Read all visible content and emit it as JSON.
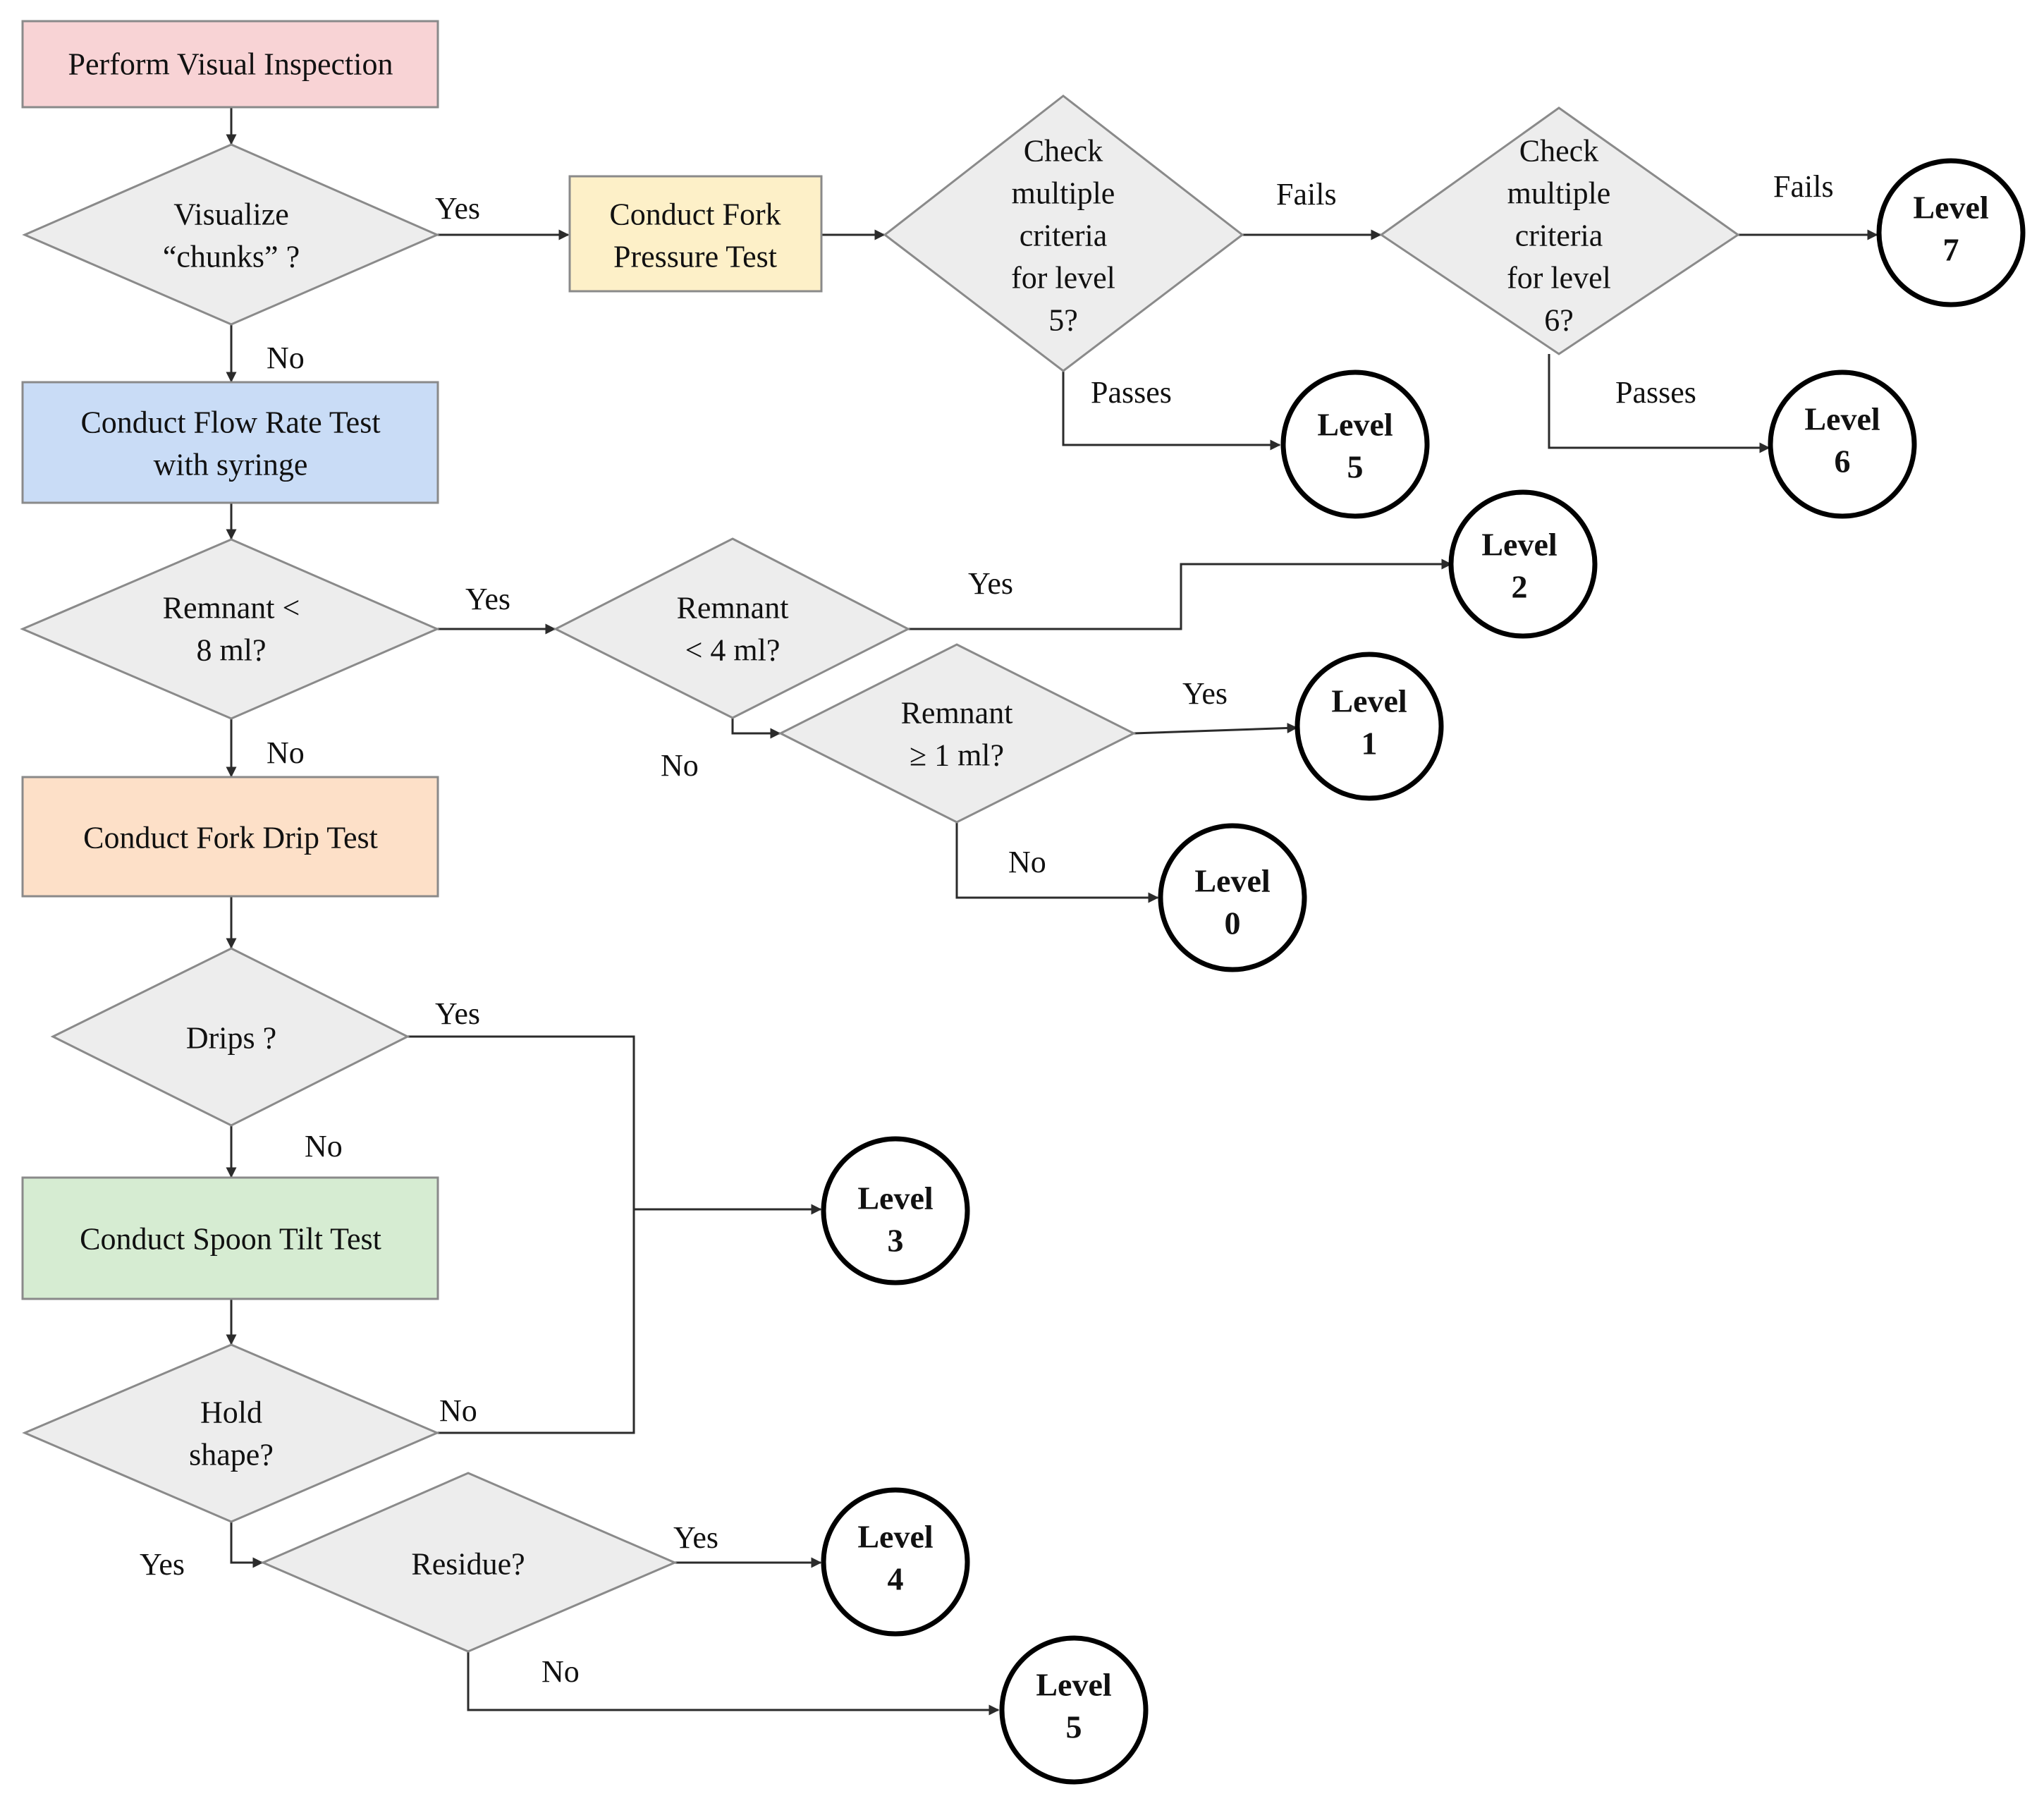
{
  "colors": {
    "inspection": "#f8d3d5",
    "pressure": "#fdf0c8",
    "flow": "#c9dcf6",
    "drip": "#fde0c8",
    "spoon": "#d6ecd2",
    "decision": "#ededed"
  },
  "nodes": {
    "visual_inspection": [
      "Perform Visual Inspection"
    ],
    "chunks": [
      "Visualize",
      "“chunks” ?"
    ],
    "fork_pressure": [
      "Conduct Fork",
      "Pressure Test"
    ],
    "criteria5": [
      "Check",
      "multiple",
      "criteria",
      "for level",
      "5?"
    ],
    "criteria6": [
      "Check",
      "multiple",
      "criteria",
      "for level",
      "6?"
    ],
    "flow_rate": [
      "Conduct Flow Rate Test",
      "with syringe"
    ],
    "remnant8": [
      "Remnant <",
      "8 ml?"
    ],
    "remnant4": [
      "Remnant",
      "< 4 ml?"
    ],
    "remnant1": [
      "Remnant",
      "≥ 1 ml?"
    ],
    "fork_drip": [
      "Conduct Fork Drip Test"
    ],
    "drips": [
      "Drips ?"
    ],
    "spoon_tilt": [
      "Conduct Spoon Tilt Test"
    ],
    "hold_shape": [
      "Hold",
      "shape?"
    ],
    "residue": [
      "Residue?"
    ]
  },
  "levels": {
    "l7": [
      "Level",
      "7"
    ],
    "l5a": [
      "Level",
      "5"
    ],
    "l6": [
      "Level",
      "6"
    ],
    "l2": [
      "Level",
      "2"
    ],
    "l1": [
      "Level",
      "1"
    ],
    "l0": [
      "Level",
      "0"
    ],
    "l3": [
      "Level",
      "3"
    ],
    "l4": [
      "Level",
      "4"
    ],
    "l5b": [
      "Level",
      "5"
    ]
  },
  "edge_labels": {
    "chunks_yes": "Yes",
    "chunks_no": "No",
    "c5_fails": "Fails",
    "c5_passes": "Passes",
    "c6_fails": "Fails",
    "c6_passes": "Passes",
    "r8_yes": "Yes",
    "r8_no": "No",
    "r4_yes": "Yes",
    "r4_no": "No",
    "r1_yes": "Yes",
    "r1_no": "No",
    "drips_yes": "Yes",
    "drips_no": "No",
    "hold_no": "No",
    "hold_yes": "Yes",
    "residue_yes": "Yes",
    "residue_no": "No"
  }
}
